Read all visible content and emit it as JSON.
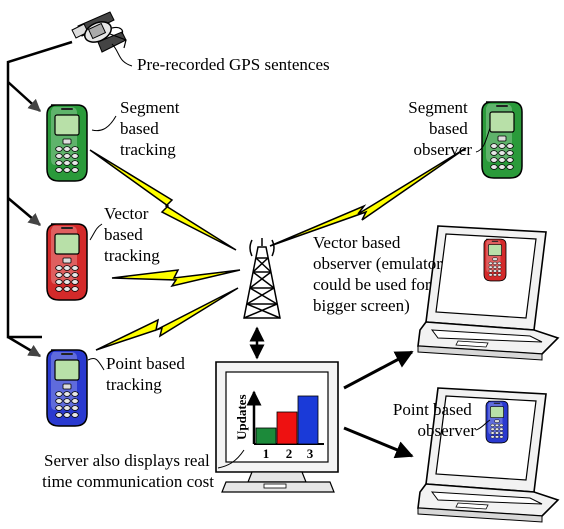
{
  "labels": {
    "gps": "Pre-recorded  GPS sentences",
    "segment_tracking": [
      "Segment",
      "based",
      "tracking"
    ],
    "vector_tracking": [
      "Vector",
      "based",
      "tracking"
    ],
    "point_tracking": [
      "Point based",
      "tracking"
    ],
    "segment_observer": [
      "Segment",
      "based",
      "observer"
    ],
    "vector_observer": [
      "Vector based",
      "observer (emulator",
      "could be used for",
      "bigger screen)"
    ],
    "point_observer": [
      "Point based",
      "observer"
    ],
    "server": [
      "Server also displays real",
      "time communication cost"
    ]
  },
  "monitor_chart": {
    "ylabel": "Updates",
    "categories": [
      "1",
      "2",
      "3"
    ],
    "values": [
      1,
      2,
      3
    ],
    "colors": [
      "#1c8a3a",
      "#ee1111",
      "#1a3ad8"
    ]
  },
  "phone_colors": {
    "green": "#2a9a3a",
    "red": "#d42a2a",
    "blue": "#2a3ad0"
  },
  "icons": [
    "satellite-icon",
    "antenna-tower-icon",
    "phone-icon",
    "laptop-icon",
    "monitor-icon",
    "lightning-bolt-icon"
  ]
}
